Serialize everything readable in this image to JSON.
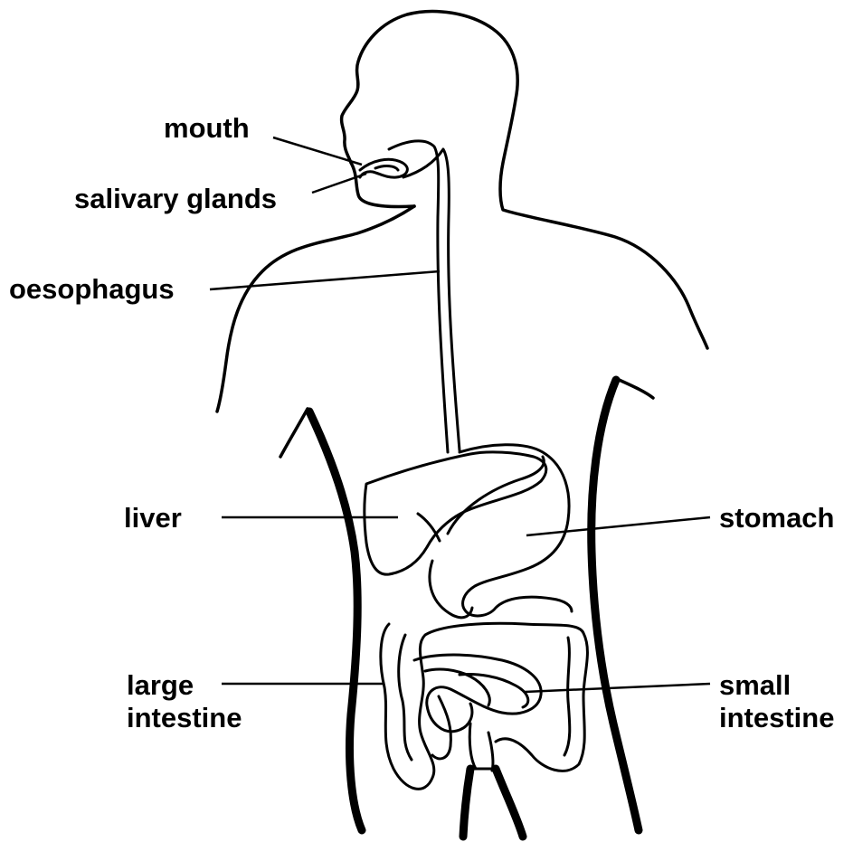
{
  "labels": {
    "mouth": "mouth",
    "salivary_glands": "salivary glands",
    "oesophagus": "oesophagus",
    "liver": "liver",
    "stomach": "stomach",
    "large_intestine": [
      "large",
      "intestine"
    ],
    "small_intestine": [
      "small",
      "intestine"
    ]
  }
}
